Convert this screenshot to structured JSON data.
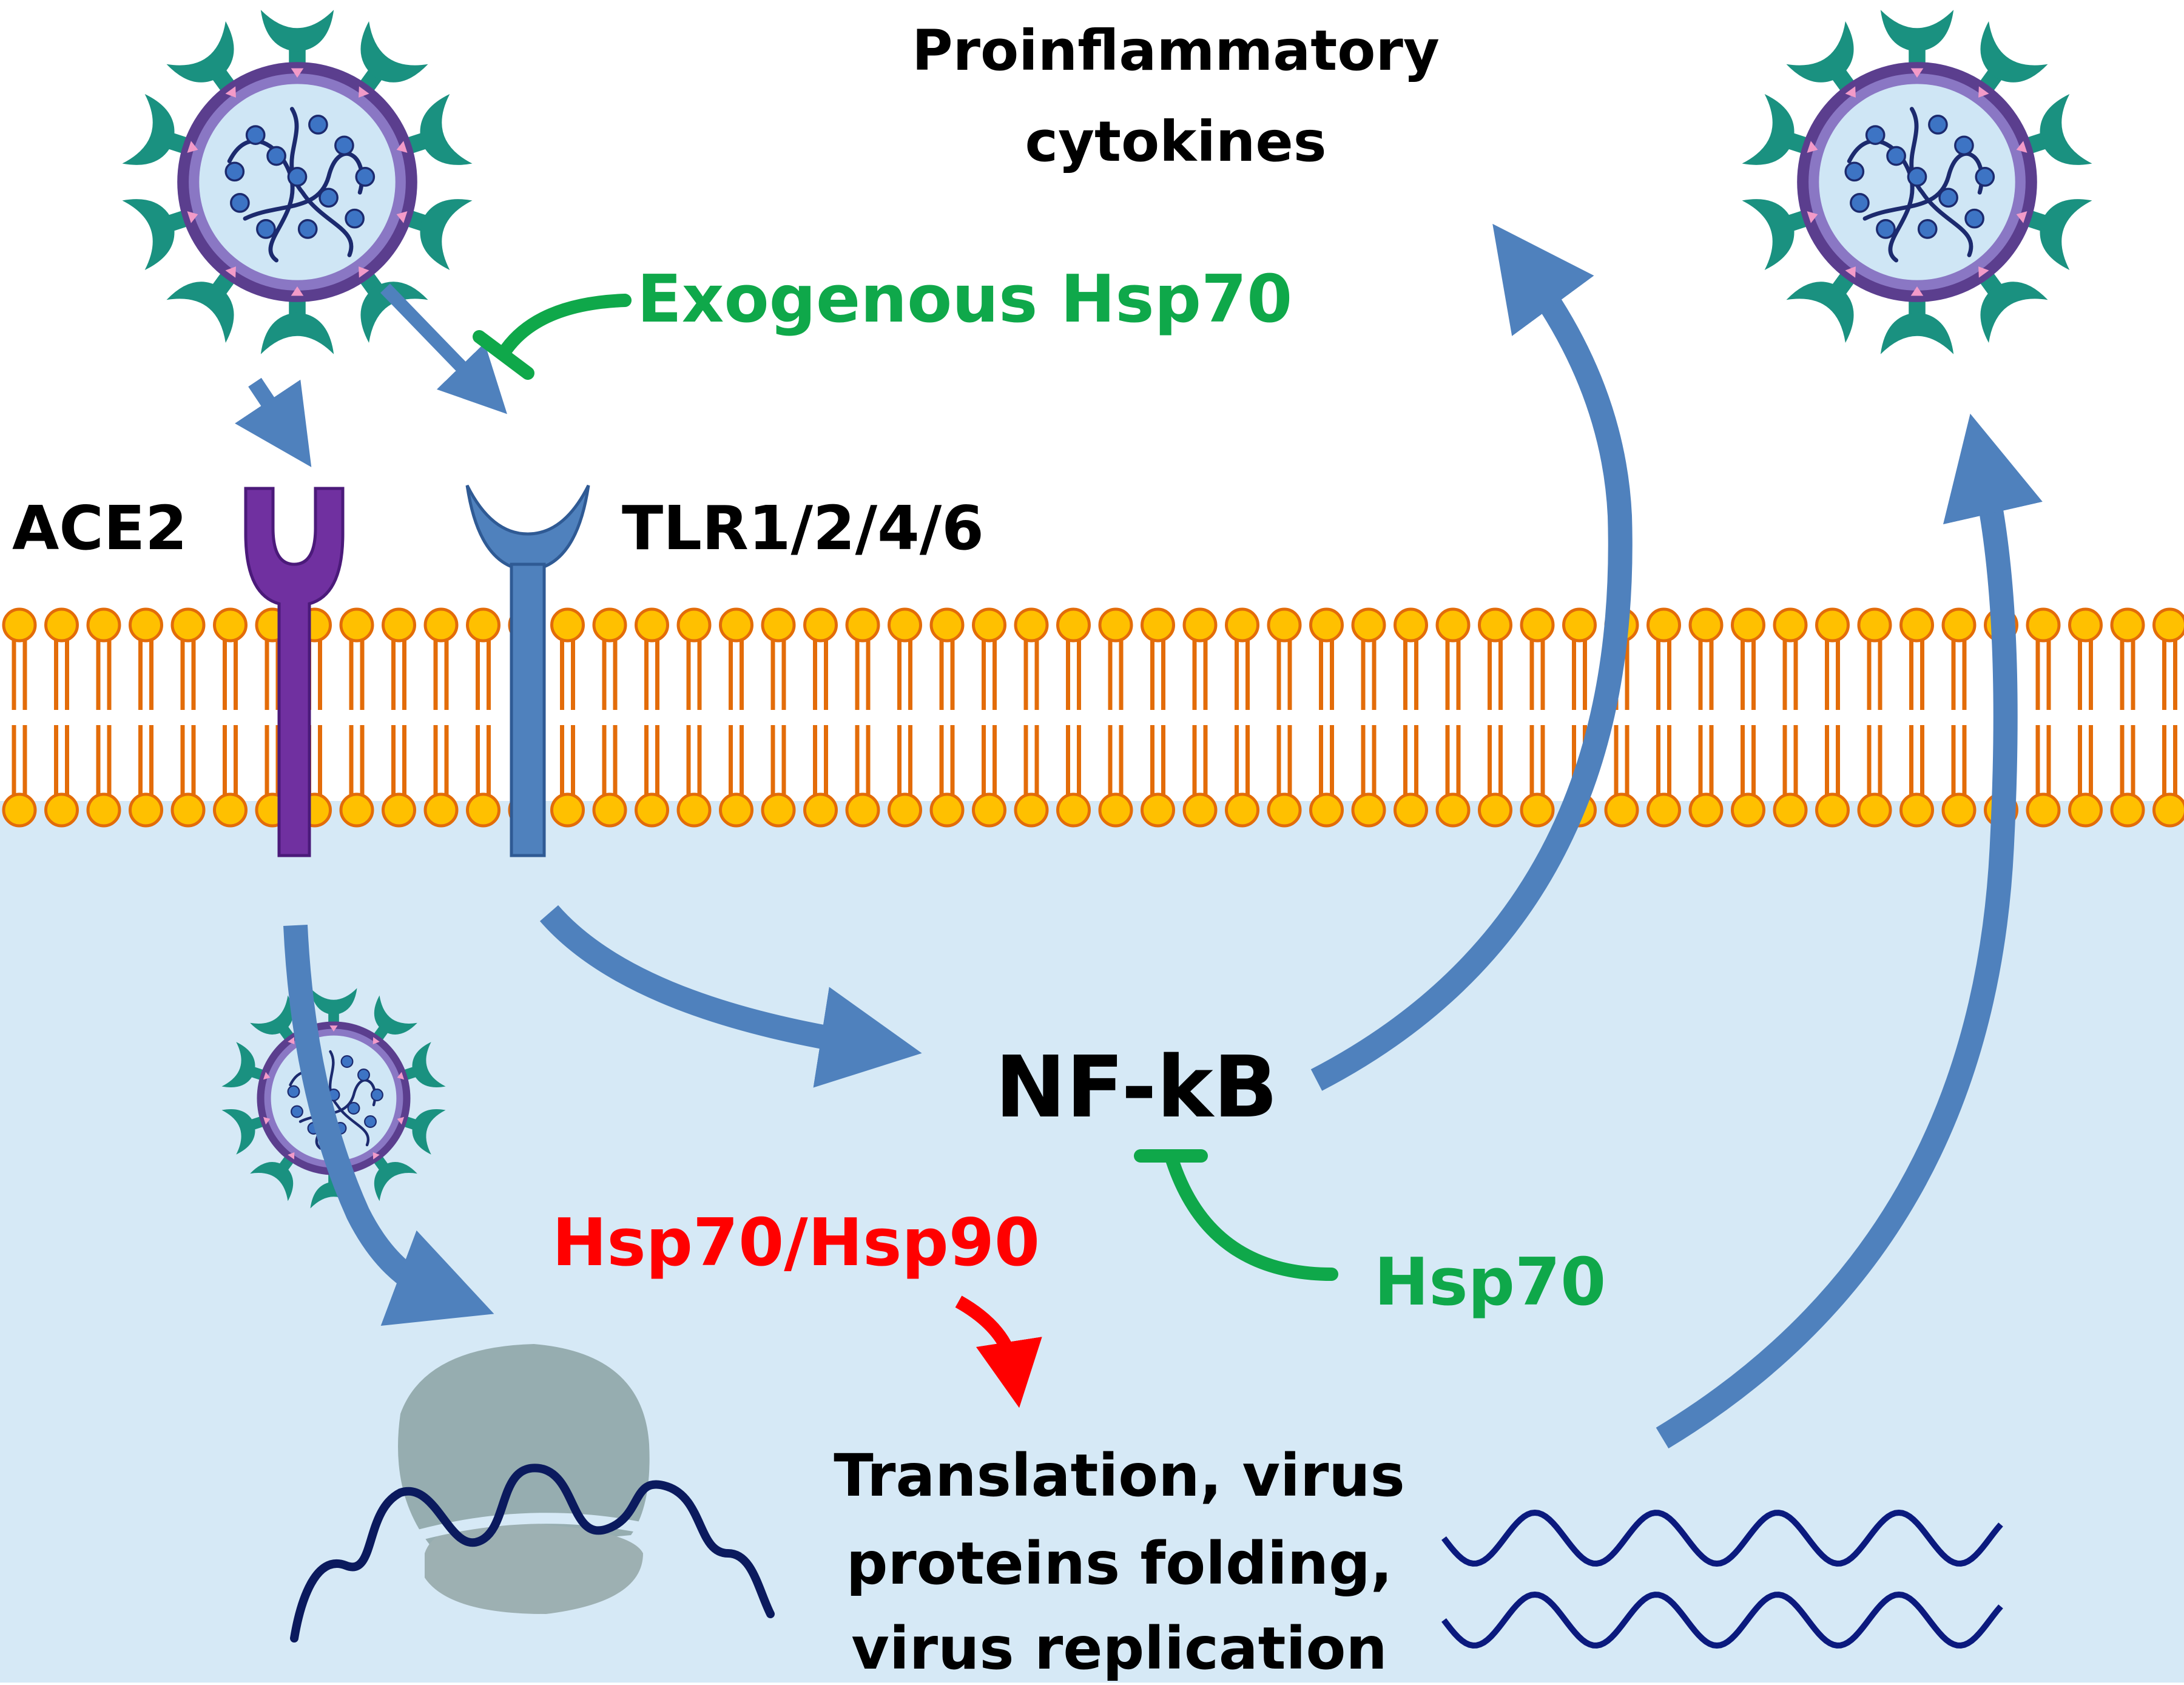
{
  "labels": {
    "proinflammatory_line1": "Proinflammatory",
    "proinflammatory_line2": "cytokines",
    "exogenous_hsp70": "Exogenous Hsp70",
    "ace2": "ACE2",
    "tlr": "TLR1/2/4/6",
    "nfkb": "NF-kB",
    "hsp70_hsp90": "Hsp70/Hsp90",
    "hsp70": "Hsp70",
    "translation_line1": "Translation, virus",
    "translation_line2": "proteins folding,",
    "translation_line3": "virus replication"
  },
  "colors": {
    "arrow_blue": "#4f81bd",
    "inhibit_green": "#0fa84a",
    "activate_red": "#ff0000",
    "membrane_head": "#ffc000",
    "membrane_outline": "#e36c09",
    "cytoplasm": "#d6e9f6",
    "ace2_purple": "#7030a0",
    "tlr_blue": "#4f81bd",
    "virus_spike": "#1a9180",
    "virus_envelope": "#5b3e8e",
    "rna_navy": "#0b1a7e",
    "ribosome": "#8fa6a8"
  }
}
